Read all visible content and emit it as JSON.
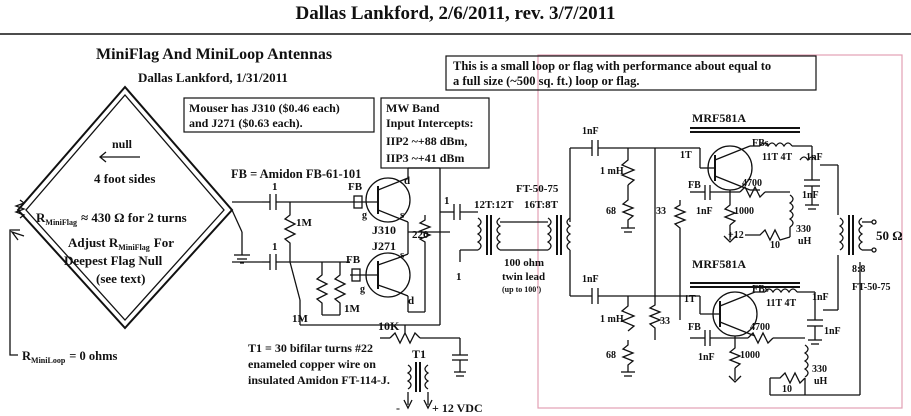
{
  "header": {
    "title": "Dallas Lankford, 2/6/2011, rev. 3/7/2011"
  },
  "antenna": {
    "title": "MiniFlag And MiniLoop Antennas",
    "byline": "Dallas Lankford, 1/31/2011",
    "null_label": "null",
    "sides": "4 foot sides",
    "rminiflag_pre": "R",
    "rminiflag_sub": "MiniFlag",
    "rminiflag_value": "≈ 430 Ω for 2 turns",
    "adjust_pre": "Adjust R",
    "adjust_sub": "MiniFlag",
    "adjust_post": "For",
    "deepest": "Deepest Flag Null",
    "see_text": "(see text)",
    "rminiloop_pre": "R",
    "rminiloop_sub": "MiniLoop",
    "rminiloop_post": "= 0 ohms"
  },
  "notes": {
    "summary_line1": "This is a small loop or flag with performance about equal to",
    "summary_line2": "a full size (~500 sq. ft.) loop or flag.",
    "mouser_line1": "Mouser has J310 ($0.46 each)",
    "mouser_line2": "and J271 ($0.63 each).",
    "mw_line1": "MW Band",
    "mw_line2": "Input Intercepts:",
    "mw_line3": "IIP2 ~+88 dBm,",
    "mw_line4": "IIP3 ~+41 dBm",
    "t1_line1": "T1 = 30 bifilar turns #22",
    "t1_line2": "enameled copper wire on",
    "t1_line3": "insulated Amidon FT-114-J."
  },
  "labels": {
    "fb_amidon": "FB = Amidon FB-61-101",
    "c1a": "1",
    "c1b": "1",
    "c1c": "1",
    "c1d": "1",
    "r1m_a": "1M",
    "r1m_b": "1M",
    "r1m_c": "1M",
    "fb_a": "FB",
    "fb_b": "FB",
    "g_a": "g",
    "g_b": "g",
    "d_a": "d",
    "d_b": "d",
    "s_a": "s",
    "s_b": "s",
    "j310": "J310",
    "j271": "J271",
    "r220": "220",
    "pot10k": "10K",
    "t1": "T1",
    "minus": "-",
    "vdc": "+ 12 VDC",
    "t12": "12T:12T",
    "t16": "16T:8T",
    "ft5075_a": "FT-50-75",
    "twinlead1": "100 ohm",
    "twinlead2": "twin lead",
    "twinlead3": "(up to 100')",
    "mrf_top": "MRF581A",
    "mrf_bot": "MRF581A",
    "nf1": "1nF",
    "nf2": "1nF",
    "nf3": "1nF",
    "nf4": "1nF",
    "nf5": "1nF",
    "nf6": "1nF",
    "nf7": "1nF",
    "nf8": "1nF",
    "mh1": "1 mH",
    "mh2": "1 mH",
    "r68a": "68",
    "r68b": "68",
    "r33a": "33",
    "r33b": "33",
    "r4700a": "4700",
    "r4700b": "4700",
    "r1000a": "1000",
    "r1000b": "1000",
    "r10a": "10",
    "r10b": "10",
    "uh330a": "330",
    "uh_a": "uH",
    "uh330b": "330",
    "uh_b": "uH",
    "plus12": "+12",
    "t1t_a": "1T",
    "t1t_b": "1T",
    "t11_4a": "11T 4T",
    "t11_4b": "11T 4T",
    "fbs_a": "FB",
    "fbs_b": "FB",
    "fbe_a": "FBs",
    "fbe_b": "FBs",
    "ohm50": "50 Ω",
    "ratio88": "8:8",
    "ft5075_b": "FT-50-75"
  },
  "colors": {
    "ink": "#111111",
    "frame": "#e3a0b4"
  }
}
